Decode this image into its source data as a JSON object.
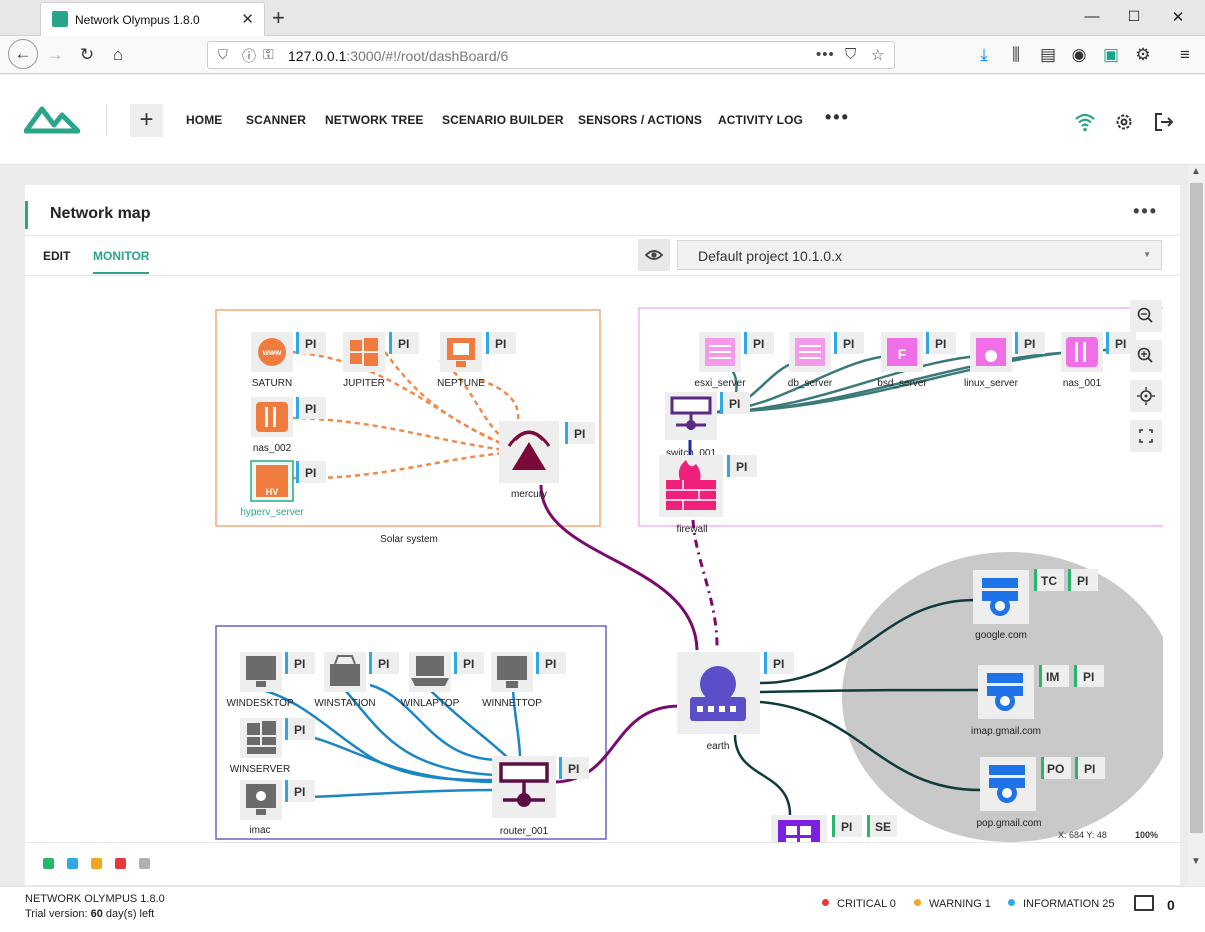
{
  "browser": {
    "tab_title": "Network Olympus 1.8.0",
    "url_host": "127.0.0.1",
    "url_path": ":3000/#!/root/dashBoard/6"
  },
  "header": {
    "menu": [
      "HOME",
      "SCANNER",
      "NETWORK TREE",
      "SCENARIO BUILDER",
      "SENSORS / ACTIONS",
      "ACTIVITY LOG"
    ],
    "more": "•••",
    "plus": "+"
  },
  "card": {
    "title": "Network map",
    "more": "•••",
    "tab_edit": "EDIT",
    "tab_monitor": "MONITOR",
    "project": "Default project 10.1.0.x"
  },
  "map": {
    "groups": {
      "solar": "Solar system"
    },
    "nodes": {
      "saturn": "SATURN",
      "jupiter": "JUPITER",
      "neptune": "NEPTUNE",
      "nas_002": "nas_002",
      "hyperv": "hyperv_server",
      "mercury": "mercury",
      "esxi": "esxi_server",
      "db": "db_server",
      "bsd": "bsd_server",
      "linux": "linux_server",
      "nas_001": "nas_001",
      "switch": "switch_001",
      "firewall": "firewall",
      "windesktop": "WINDESKTOP",
      "winstation": "WINSTATION",
      "winlaptop": "WINLAPTOP",
      "winnettop": "WINNETTOP",
      "winserver": "WINSERVER",
      "imac": "imac",
      "router": "router_001",
      "earth": "earth",
      "google": "google.com",
      "imap": "imap.gmail.com",
      "pop": "pop.gmail.com"
    },
    "badges": {
      "pi": "PI",
      "tc": "TC",
      "im": "IM",
      "po": "PO",
      "se": "SE"
    },
    "coords": "X: 684 Y: 48",
    "zoom": "100%"
  },
  "footer": {
    "version": "NETWORK OLYMPUS 1.8.0",
    "trial_prefix": "Trial version: ",
    "trial_days": "60",
    "trial_suffix": " day(s) left",
    "critical": "CRITICAL 0",
    "warning": "WARNING 1",
    "information": "INFORMATION 25",
    "messages": "0"
  },
  "colors": {
    "brand": "#2aa58a",
    "orange": "#f07b3f",
    "pink": "#f06ee6",
    "purple": "#7a0a6e",
    "blue": "#1a7fbf",
    "dark_teal": "#0f3b3a",
    "critical": "#e53935",
    "warning": "#f5a623",
    "info": "#2ea8e6"
  }
}
